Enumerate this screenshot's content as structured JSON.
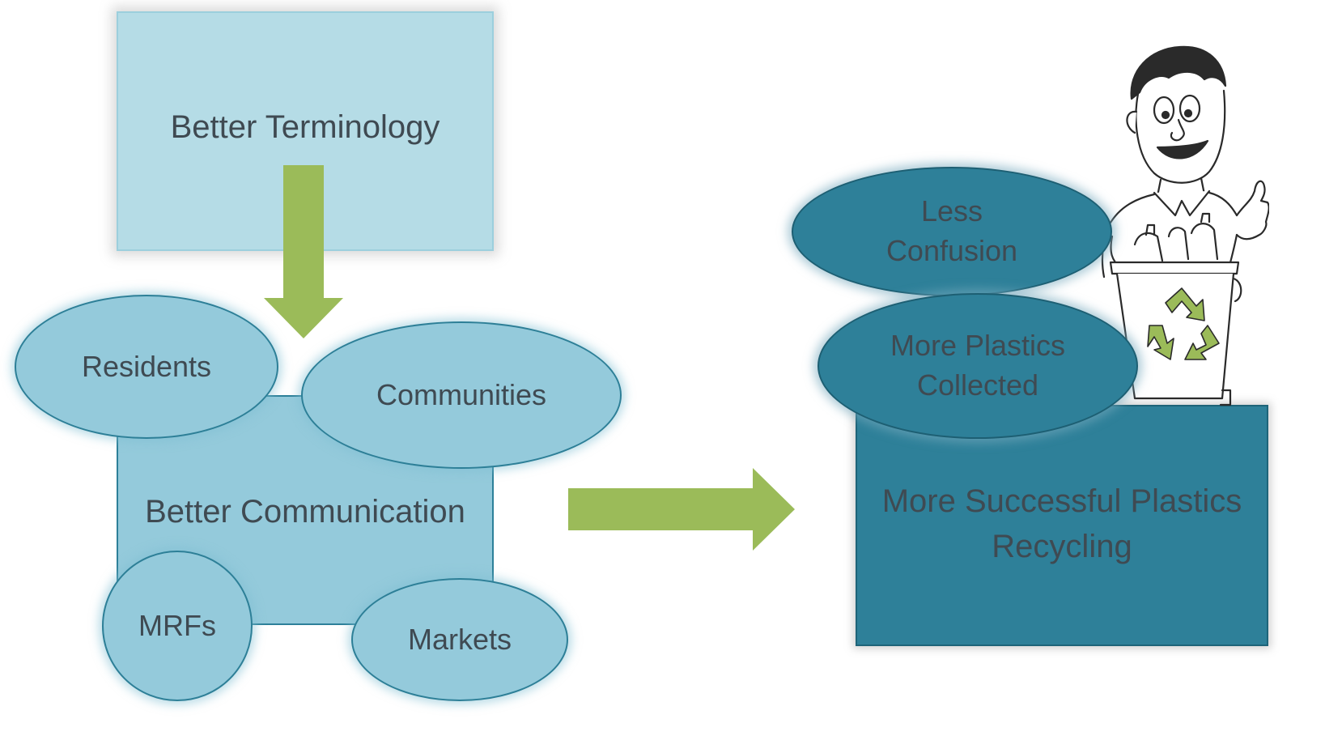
{
  "diagram": {
    "top_box": {
      "label": "Better Terminology"
    },
    "center_box": {
      "label": "Better Communication"
    },
    "stakeholders": [
      {
        "label": "Residents"
      },
      {
        "label": "Communities"
      },
      {
        "label": "MRFs"
      },
      {
        "label": "Markets"
      }
    ],
    "outcome_box": {
      "label": "More Successful Plastics\nRecycling"
    },
    "outcomes": [
      {
        "label": "Less\nConfusion"
      },
      {
        "label": "More Plastics\nCollected"
      }
    ],
    "colors": {
      "light_box": "#b5dce6",
      "mid_fill": "#94cadb",
      "dark_fill": "#2e8099",
      "arrow_green": "#9bbb59"
    },
    "illustration": {
      "icon": "recycling-man-icon"
    }
  }
}
